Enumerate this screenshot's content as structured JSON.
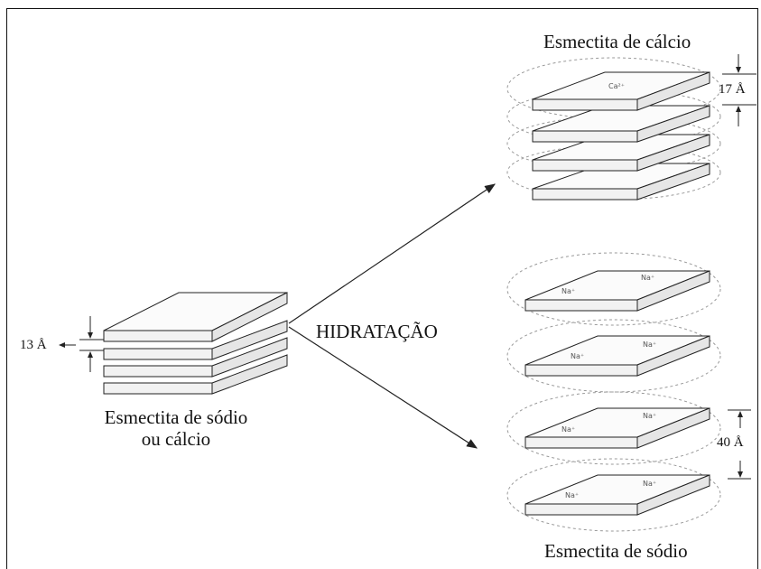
{
  "labels": {
    "calcium_title": "Esmectita de cálcio",
    "sodium_title": "Esmectita de sódio",
    "origin_line1": "Esmectita de sódio",
    "origin_line2": "ou cálcio",
    "process": "HIDRATAÇÃO"
  },
  "dimensions": {
    "origin_spacing": "13 Å",
    "calcium_spacing": "17 Å",
    "sodium_spacing": "40 Å"
  },
  "ions": {
    "calcium": "Ca²⁺",
    "sodium": "Na⁺"
  }
}
